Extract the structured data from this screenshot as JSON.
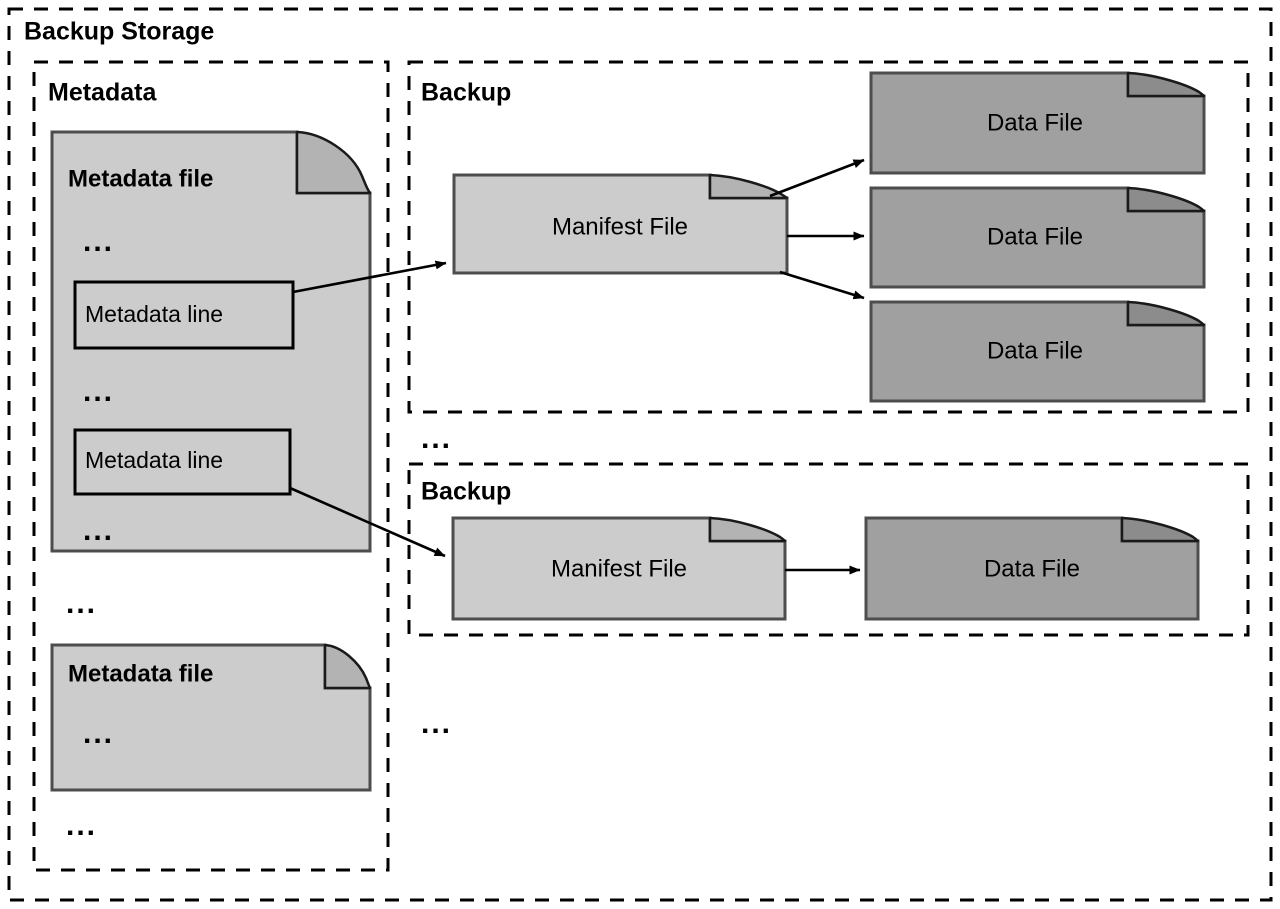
{
  "diagram": {
    "title": "Backup Storage",
    "type": "system-architecture-diagram",
    "colors": {
      "metadata_fill": "#cccccc",
      "manifest_fill": "#cccccc",
      "data_file_fill": "#a0a0a0",
      "fold_fill": "#b3b3b3",
      "stroke": "#000000",
      "border_stroke": "#4d4d4d",
      "background": "#ffffff"
    },
    "ellipsis_glyph": "...",
    "groups": {
      "metadata": {
        "title": "Metadata",
        "files": [
          {
            "title": "Metadata file",
            "ellipsis_before": "...",
            "lines": [
              {
                "label": "Metadata line"
              },
              {
                "label": "Metadata line"
              }
            ],
            "ellipsis_middle": "...",
            "ellipsis_after": "..."
          },
          {
            "title": "Metadata file",
            "ellipsis_inside": "..."
          }
        ],
        "ellipsis_between_files": "...",
        "ellipsis_bottom": "..."
      },
      "backups": [
        {
          "title": "Backup",
          "manifest": {
            "label": "Manifest File"
          },
          "data_files": [
            {
              "label": "Data File"
            },
            {
              "label": "Data File"
            },
            {
              "label": "Data File"
            }
          ]
        },
        {
          "title": "Backup",
          "manifest": {
            "label": "Manifest File"
          },
          "data_files": [
            {
              "label": "Data File"
            }
          ]
        }
      ],
      "ellipsis_between_backups": "...",
      "ellipsis_below_backups": "..."
    }
  }
}
